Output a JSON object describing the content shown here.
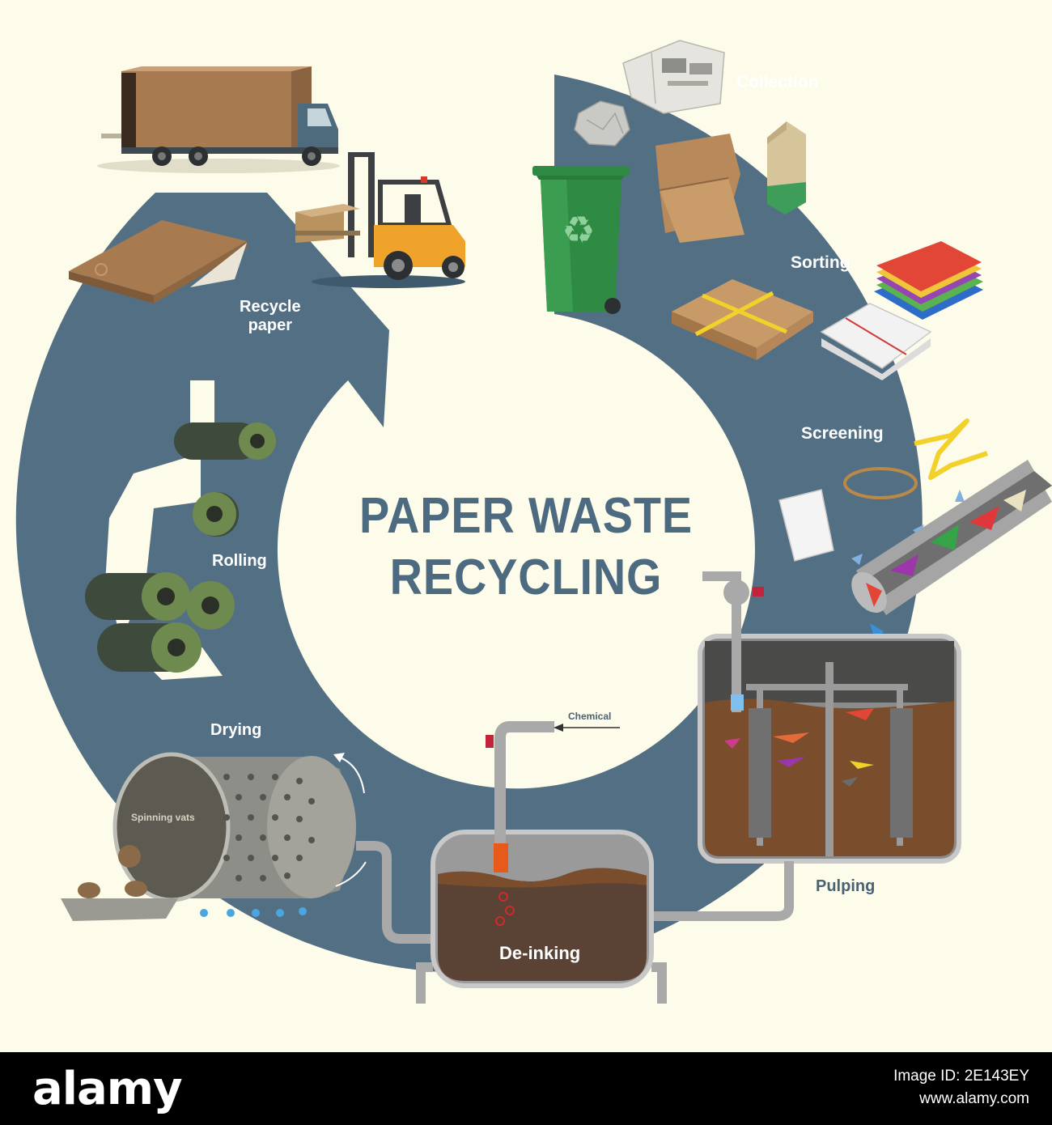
{
  "title": {
    "line1": "PAPER WASTE",
    "line2": "RECYCLING"
  },
  "steps": {
    "collection": "Collection",
    "sorting": "Sorting",
    "screening": "Screening",
    "pulping": "Pulping",
    "deinking": "De-inking",
    "drying": "Drying",
    "rolling": "Rolling",
    "recycle_line1": "Recycle",
    "recycle_line2": "paper"
  },
  "labels": {
    "chemical": "Chemical",
    "spinning_vats": "Spinning vats"
  },
  "watermark": {
    "brand": "alamy",
    "image_id": "Image ID: 2E143EY",
    "site": "www.alamy.com"
  },
  "colors": {
    "ring": "#536f84",
    "background": "#fdfbe9",
    "title": "#4c6a80",
    "bin": "#2f8a43",
    "pulp": "#7a4e2c"
  },
  "icons": [
    "truck-icon",
    "forklift-icon",
    "cardboard-sheet-icon",
    "newspaper-icon",
    "crumpled-paper-icon",
    "carton-icon",
    "recycle-bin-icon",
    "paper-bundle-icon",
    "colored-paper-stack-icon",
    "rubber-band-icon",
    "paper-clip-icon",
    "conveyor-chute-icon",
    "pulping-tank-icon",
    "deinking-tank-icon",
    "spinning-drum-icon",
    "paper-roll-icon"
  ]
}
